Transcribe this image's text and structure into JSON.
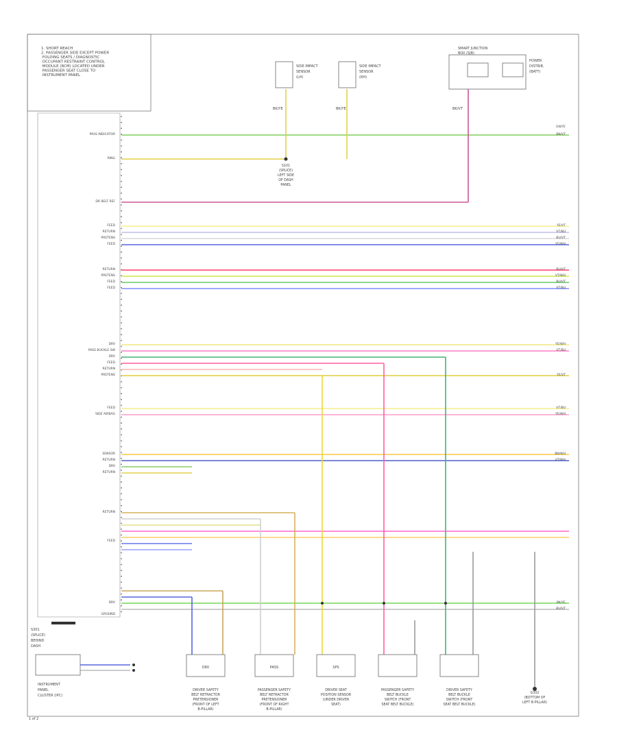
{
  "diagram": {
    "footer_code": "1 of 2",
    "notes": [
      "1. SHORT REACH",
      "2. PASSENGER SIDE EXCEPT POWER",
      "   FOLDING SEATS / DIAGNOSTIC",
      "   OCCUPANT RESTRAINT CONTROL",
      "   MODULE (RCM) LOCATED UNDER",
      "   PASSENGER SEAT CLOSE TO",
      "   INSTRUMENT PANEL"
    ],
    "top_components": [
      {
        "name": "SIDE IMPACT SENSOR (LH)",
        "lines": [
          "SIDE IMPACT",
          "SENSOR",
          "(LH)"
        ],
        "pin": "BK/YE"
      },
      {
        "name": "SIDE IMPACT SENSOR (RH)",
        "lines": [
          "SIDE IMPACT",
          "SENSOR",
          "(RH)"
        ],
        "pin": "BK/YE"
      },
      {
        "name": "SMART JUNCTION BOX",
        "lines": [
          "SMART JUNCTION",
          "BOX (SJB)"
        ],
        "pin": "BK/VT"
      },
      {
        "name": "POWER DISTRIBUTION",
        "lines": [
          "POWER",
          "DISTRIB.",
          "(BATT)"
        ],
        "pin": ""
      }
    ],
    "splice_label": [
      "S101",
      "(SPLICE)",
      "LEFT SIDE",
      "OF DASH",
      "PANEL"
    ],
    "left_labels": [
      "PASS INDICATOR",
      "RING",
      "DR BELT REF",
      "FEED",
      "RETURN",
      "PRETENS",
      "FEED",
      "RETURN",
      "PRETENS",
      "FEED",
      "FEED",
      "DRV",
      "PASS BUCKLE SW",
      "DRV",
      "FEED",
      "RETURN",
      "PRETENS",
      "FEED",
      "SIDE AIRBAG",
      "SENSOR",
      "RETURN",
      "DRV",
      "RETURN",
      "RETURN",
      "FEED",
      "DRV",
      "GROUND"
    ],
    "right_codes": [
      "GN/YE",
      "BN/VT",
      "YE/VT",
      "VT/BU",
      "BU/VT",
      "YE/WH",
      "BU/VT",
      "VT/WH",
      "BU/VT",
      "VT/BU",
      "YE/WH",
      "VT/BU",
      "YE/VT",
      "VT/BU",
      "YE/WH",
      "BN/WH",
      "VT/WH",
      "BK/YE",
      "BU/VT"
    ],
    "bottom_components": [
      {
        "label": [
          "DRIVER SAFETY",
          "BELT RETRACTOR",
          "PRETENSIONER",
          "(FRONT OF LEFT",
          "B-PILLAR)"
        ],
        "tag": "DRV"
      },
      {
        "label": [
          "PASSENGER SAFETY",
          "BELT RETRACTOR",
          "PRETENSIONER",
          "(FRONT OF RIGHT",
          "B-PILLAR)"
        ],
        "tag": "PASS"
      },
      {
        "label": [
          "DRIVER SEAT",
          "POSITION SENSOR",
          "(UNDER DRIVER",
          "SEAT)"
        ],
        "tag": "SPS"
      },
      {
        "label": [
          "PASSENGER SAFETY",
          "BELT BUCKLE",
          "SWITCH (FRONT",
          "SEAT BELT BUCKLE)"
        ],
        "tag": ""
      },
      {
        "label": [
          "DRIVER SAFETY",
          "BELT BUCKLE",
          "SWITCH (FRONT",
          "SEAT BELT BUCKLE)"
        ],
        "tag": ""
      },
      {
        "label": [
          "G302",
          "(BOTTOM OF",
          "LEFT B-PILLAR)"
        ],
        "tag": ""
      }
    ],
    "instrument_cluster": [
      "INSTRUMENT",
      "PANEL",
      "CLUSTER (IPC)"
    ],
    "ground_left": [
      "S301",
      "(SPLICE)",
      "BEHIND",
      "DASH"
    ]
  }
}
